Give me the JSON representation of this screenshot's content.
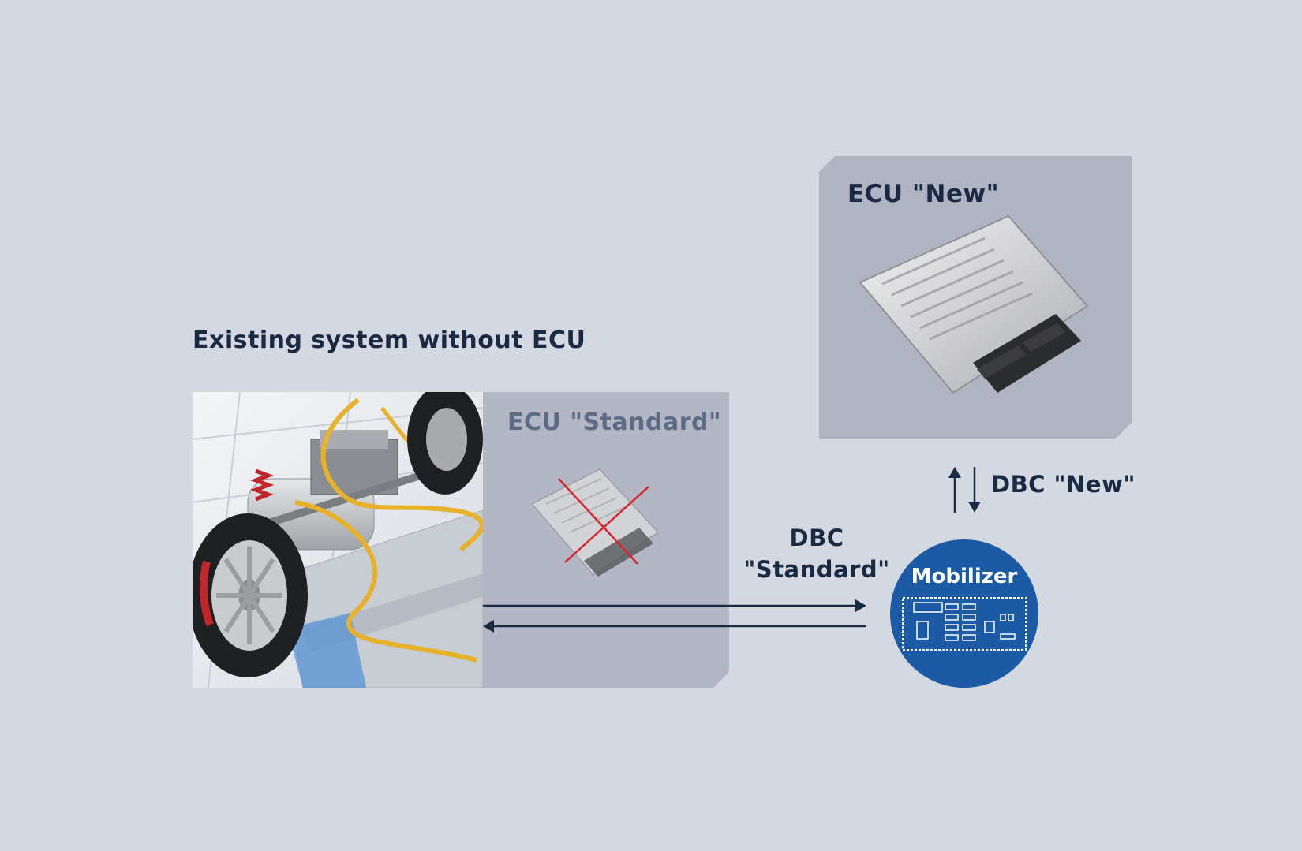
{
  "existing_system": {
    "title": "Existing system without ECU"
  },
  "ecu_new": {
    "label": "ECU \"New\""
  },
  "ecu_standard": {
    "label": "ECU \"Standard\""
  },
  "dbc_standard": {
    "line1": "DBC",
    "line2": "\"Standard\""
  },
  "dbc_new": {
    "label": "DBC \"New\""
  },
  "mobilizer": {
    "label": "Mobilizer"
  },
  "colors": {
    "background": "#d4d8e1",
    "panel": "#b0b4c2",
    "text_dark": "#1b2a44",
    "mobilizer_blue": "#1c5aa6",
    "cross_red": "#d7262d",
    "cable_yellow": "#e8b12a"
  },
  "icons": {
    "ecu_new_image": "ecu-module-icon",
    "ecu_standard_image": "ecu-module-crossed-icon",
    "vehicle_image": "vehicle-chassis-icon",
    "mobilizer_device": "mobilizer-device-icon"
  }
}
